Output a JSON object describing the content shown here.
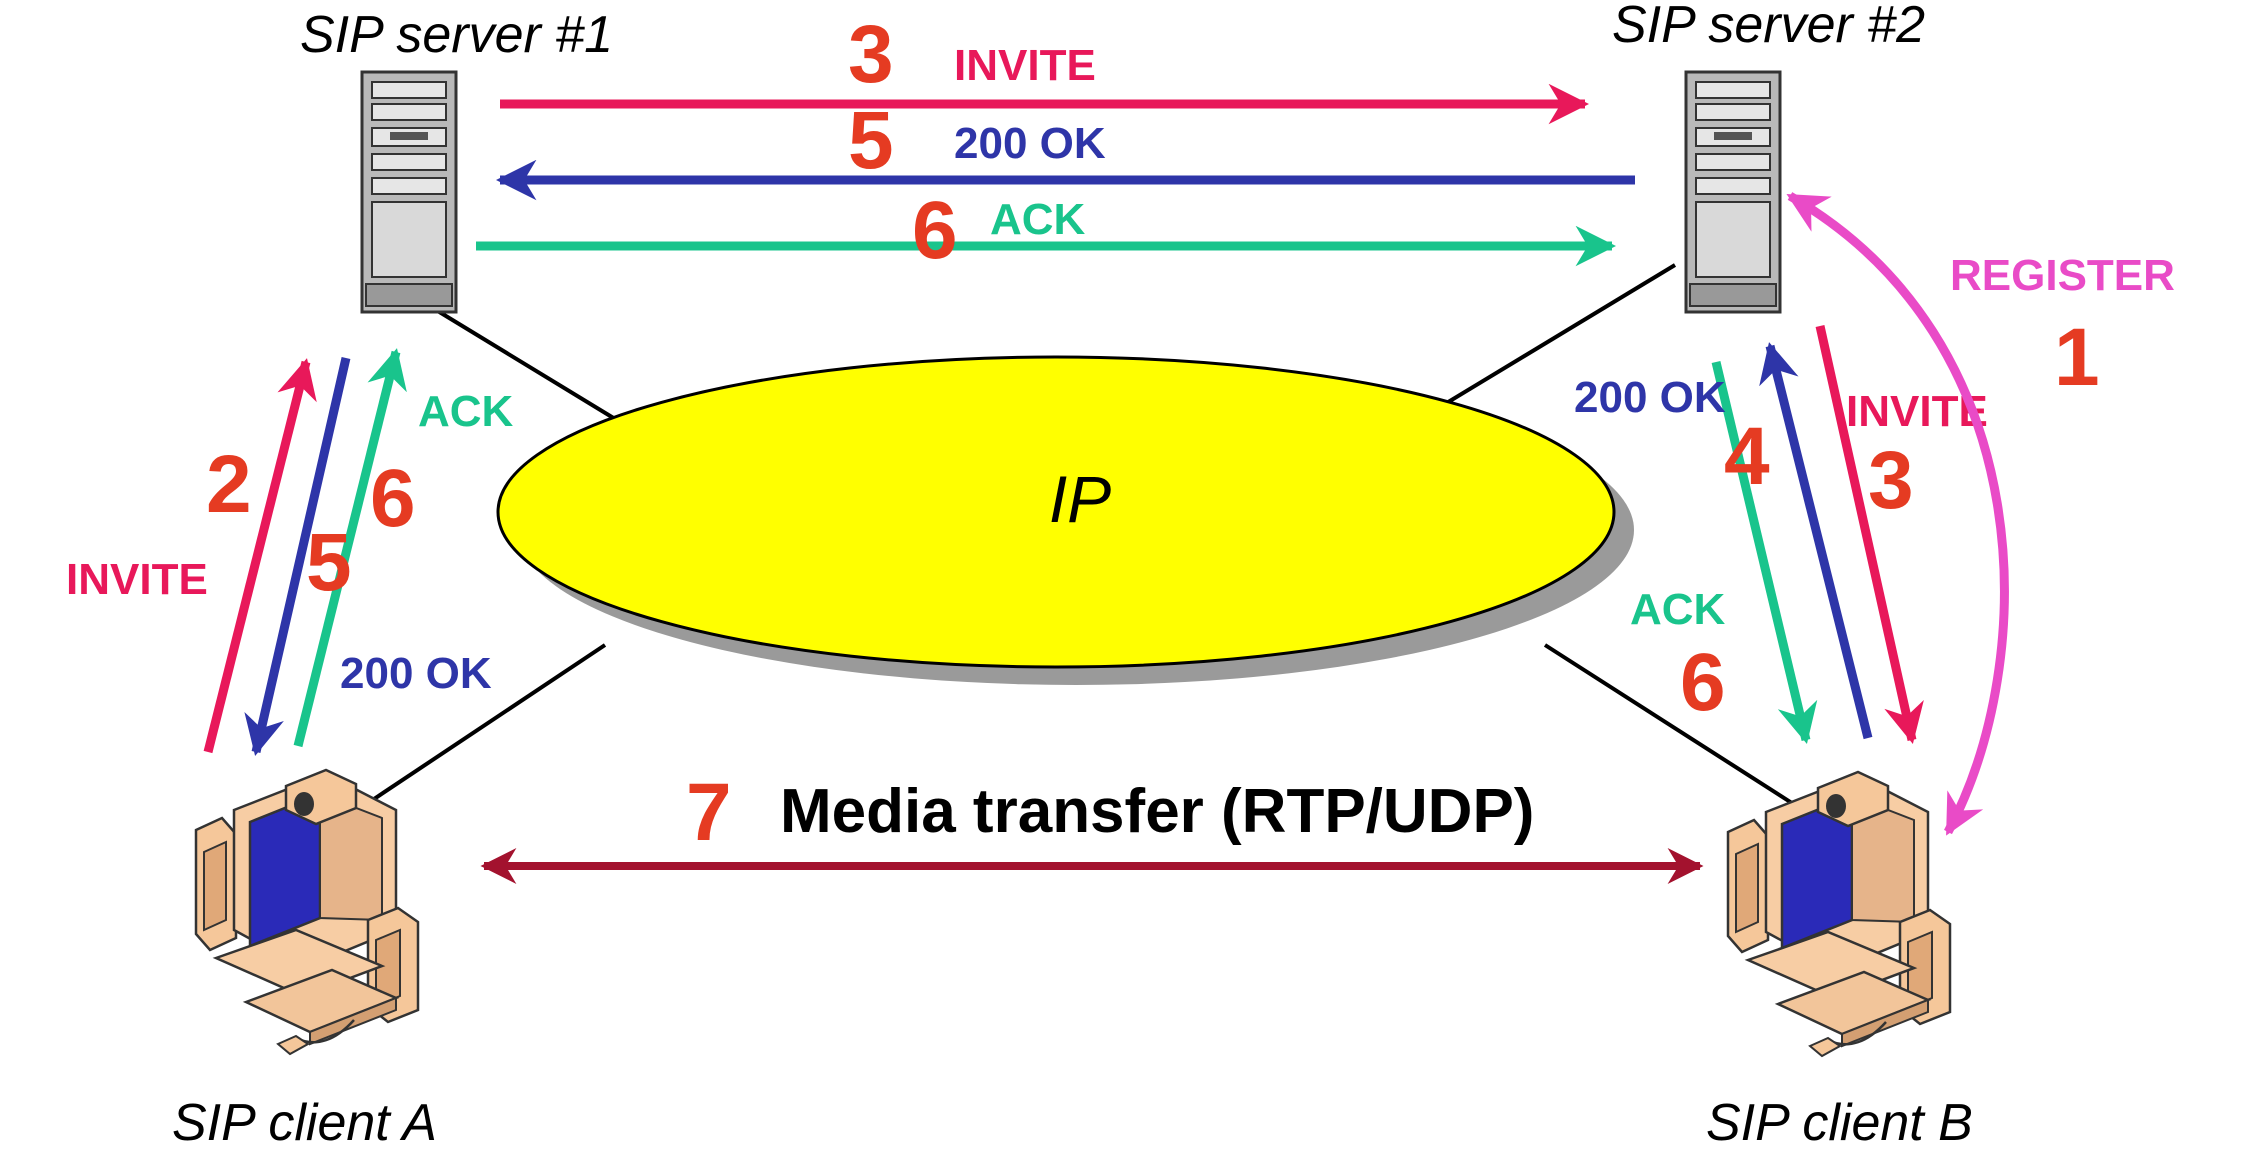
{
  "nodes": {
    "server1": "SIP server #1",
    "server2": "SIP server #2",
    "clientA": "SIP client A",
    "clientB": "SIP client B",
    "network": "IP"
  },
  "messages": {
    "top_invite": "INVITE",
    "top_ok": "200 OK",
    "top_ack": "ACK",
    "left_invite": "INVITE",
    "left_ok": "200 OK",
    "left_ack": "ACK",
    "right_ok": "200 OK",
    "right_invite": "INVITE",
    "right_ack": "ACK",
    "register": "REGISTER",
    "media": "Media transfer (RTP/UDP)"
  },
  "steps": {
    "top_invite": "3",
    "top_ok": "5",
    "top_ack": "6",
    "left_invite": "2",
    "left_ok": "5",
    "left_ack": "6",
    "right_ok": "4",
    "right_invite": "3",
    "right_ack": "6",
    "register": "1",
    "media": "7"
  },
  "colors": {
    "invite": "#e8185a",
    "ok": "#2e35a8",
    "ack": "#19c48c",
    "register": "#e94bc7",
    "media": "#a3122e",
    "step": "#e53b22",
    "ellipse": "#ffff00",
    "ellipse_shadow": "#9a9a9a"
  }
}
